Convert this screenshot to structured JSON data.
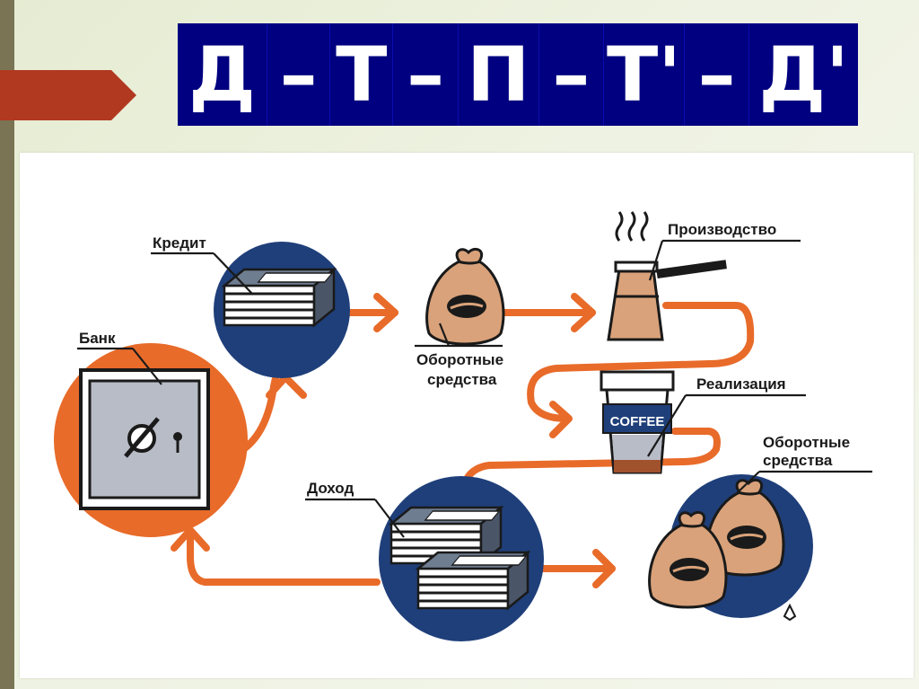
{
  "slide": {
    "formula": [
      "Д",
      "–",
      "Т",
      "–",
      "П",
      "–",
      "Т'",
      "–",
      "Д'"
    ]
  },
  "diagram": {
    "labels": {
      "bank": "Банк",
      "credit": "Кредит",
      "working_capital_1_line1": "Оборотные",
      "working_capital_1_line2": "средства",
      "production": "Производство",
      "realization": "Реализация",
      "income": "Доход",
      "working_capital_2_line1": "Оборотные",
      "working_capital_2_line2": "средства",
      "cup_text": "COFFEE"
    },
    "colors": {
      "flow": "#e86b2a",
      "circle_blue": "#1f3f7a",
      "circle_orange": "#e86b2a",
      "bag": "#d9a27a",
      "formula_bg": "#000080"
    }
  }
}
